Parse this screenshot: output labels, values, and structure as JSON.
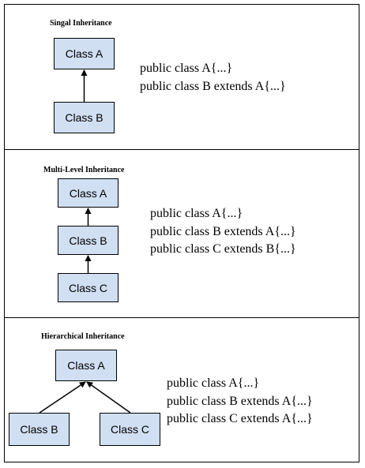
{
  "colors": {
    "box_fill": "#d0dff2",
    "border": "#000000",
    "text": "#000000"
  },
  "sections": [
    {
      "id": "single",
      "title": "Singal Inheritance",
      "classes": [
        "Class A",
        "Class B"
      ],
      "code": [
        "public class A{...}",
        "public class B extends A{...}"
      ]
    },
    {
      "id": "multilevel",
      "title": "Multi-Level Inheritance",
      "classes": [
        "Class A",
        "Class B",
        "Class C"
      ],
      "code": [
        "public class A{...}",
        "public class B extends A{...}",
        "public class C extends B{...}"
      ]
    },
    {
      "id": "hierarchical",
      "title": "Hierarchical Inheritance",
      "classes": [
        "Class A",
        "Class B",
        "Class C"
      ],
      "code": [
        "public class A{...}",
        "public class B extends A{...}",
        "public class C extends A{...}"
      ]
    }
  ]
}
